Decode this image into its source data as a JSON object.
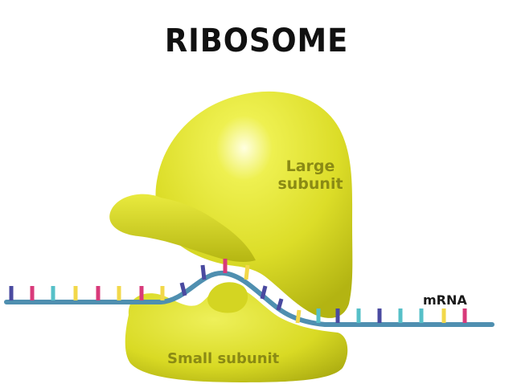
{
  "title": "RIBOSOME",
  "labels": {
    "large_subunit": [
      "Large",
      "subunit"
    ],
    "small_subunit": "Small subunit",
    "mrna": "mRNA"
  },
  "colors": {
    "ribosome_fill": "#dfe02a",
    "ribosome_shadow": "#b8b81a",
    "strand": "#4f8fb0",
    "label_text": "#8a8a14"
  },
  "base_colors": [
    "#4a4aa0",
    "#d83a7a",
    "#f2d84a",
    "#56c0c8"
  ]
}
